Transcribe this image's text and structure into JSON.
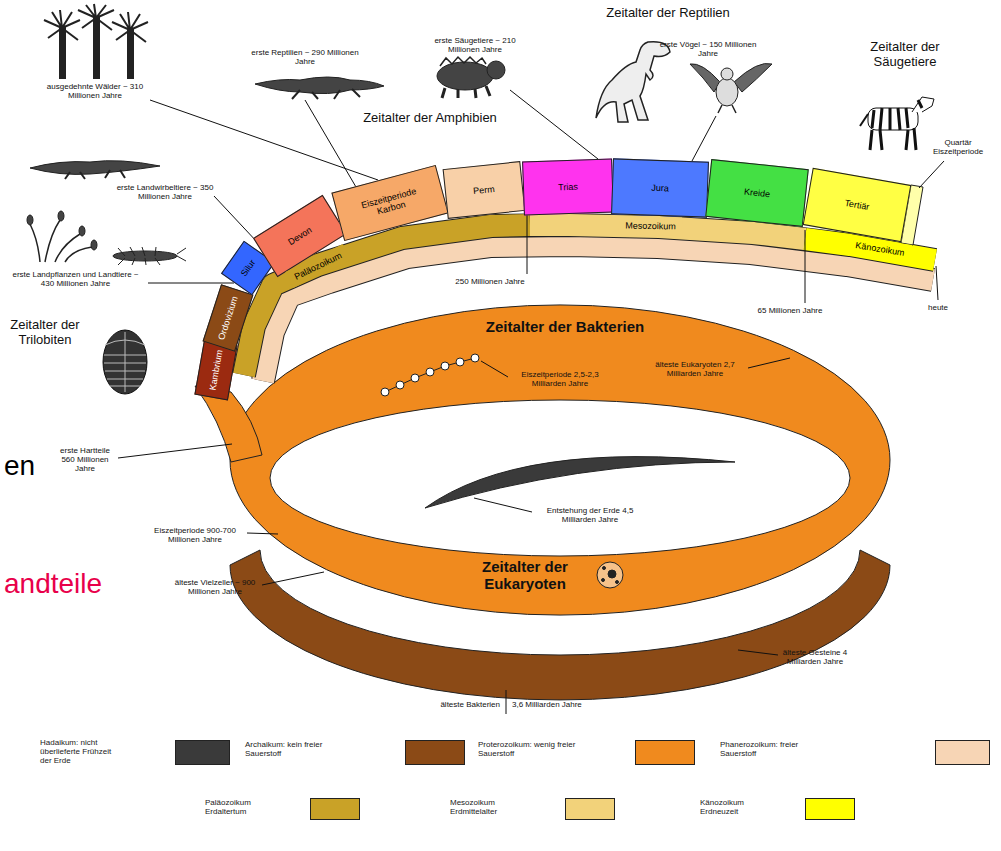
{
  "diagram": {
    "nodes": [
      {
        "text": [
          "Kambrium"
        ]
      },
      {
        "text": [
          "Ordovizium"
        ]
      },
      {
        "text": [
          "Silur"
        ]
      },
      {
        "text": [
          "Devon"
        ]
      },
      {
        "text": [
          "Eiszeitperiode",
          "Karbon"
        ]
      },
      {
        "text": [
          "Perm"
        ]
      },
      {
        "text": [
          "Trias"
        ]
      },
      {
        "text": [
          "Jura"
        ]
      },
      {
        "text": [
          "Kreide"
        ]
      },
      {
        "text": [
          "Tertiär"
        ]
      },
      {
        "text": [
          "Paläozoikum"
        ]
      },
      {
        "text": [
          "Mesozoikum"
        ]
      },
      {
        "text": [
          "Känozoikum"
        ]
      }
    ],
    "labels": [
      "erste Reptilien ~ 290 Millionen Jahre",
      "erste Säugetiere ~ 210 Millionen Jahre",
      "Zeitalter der Reptilien",
      "erste Vögel ~ 150 Millionen Jahre",
      "Zeitalter der Säugetiere",
      "ausgedehnte Wälder ~ 310 Millionen Jahre",
      "Zeitalter der Amphibien",
      "Quartär Eiszeitperiode",
      "erste Landwirbeltiere ~ 350 Millionen Jahre",
      "erste Landpflanzen und Landtiere ~ 430 Millionen Jahre",
      "Zeitalter der Trilobiten",
      "250 Millionen Jahre",
      "65 Millionen Jahre",
      "heute",
      "Zeitalter der Bakterien",
      "Eiszeitperiode 2,5-2,3 Milliarden Jahre",
      "älteste Eukaryoten 2,7 Milliarden Jahre",
      "Entstehung der Erde 4,5 Milliarden Jahre",
      "en",
      "erste Hartteile 560 Millionen Jahre",
      "Eiszeitperiode 900-700 Millionen Jahre",
      "älteste Vielzeller ~ 900 Millionen Jahre",
      "Zeitalter der Eukaryoten",
      "andteile",
      "älteste Gesteine 4 Milliarden Jahre",
      "älteste Bakterien",
      "3,6 Milliarden Jahre"
    ],
    "legend": [
      {
        "text": "Hadaikum: nicht überlieferte Frühzeit der Erde",
        "color": "#3a3a3a"
      },
      {
        "text": "Archaikum: kein freier Sauerstoff",
        "color": "#8b4a16"
      },
      {
        "text": "Proterozoikum: wenig freier Sauerstoff",
        "color": "#f08a1e"
      },
      {
        "text": "Phanerozoikum: freier Sauerstoff",
        "color": "#f7d5b5"
      },
      {
        "text": "Paläozoikum Erdaltertum",
        "color": "#c9a227"
      },
      {
        "text": "Mesozoikum Erdmittelalter",
        "color": "#f2d27a"
      },
      {
        "text": "Känozoikum Erdneuzeit",
        "color": "#ffff00"
      }
    ]
  }
}
